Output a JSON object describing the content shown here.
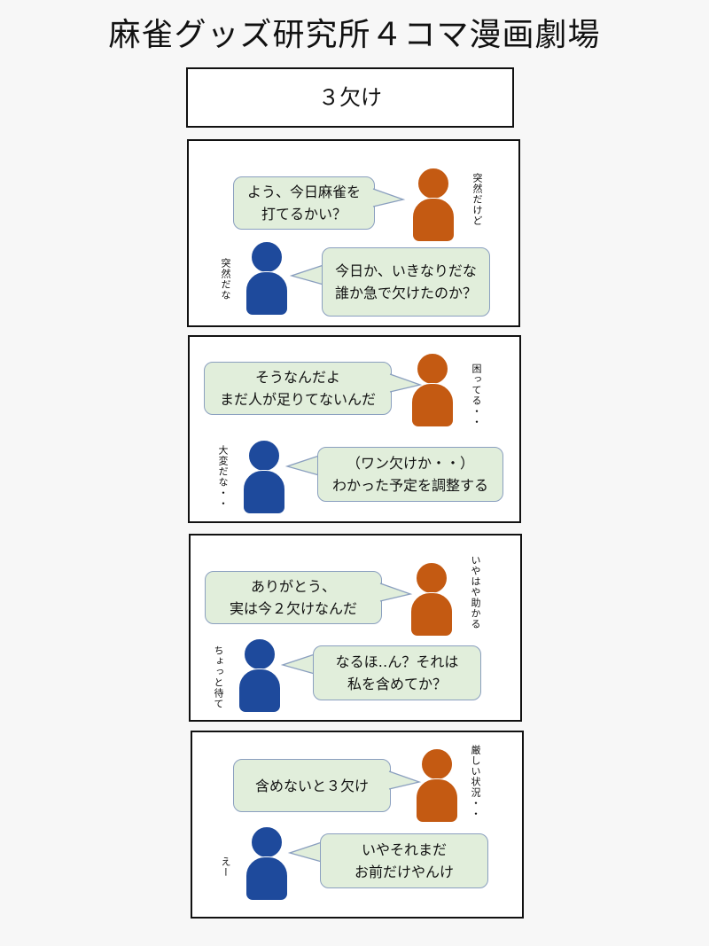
{
  "title": "麻雀グッズ研究所４コマ漫画劇場",
  "episode_title": "３欠け",
  "colors": {
    "speaker_a": "#c45a12",
    "speaker_b": "#1e4a9c",
    "bubble_fill": "#e1eedb",
    "bubble_border": "#8a9fbf"
  },
  "panels": [
    {
      "a_line": "よう、今日麻雀を\n打てるかい？",
      "a_aside": "突然だけど",
      "b_line": "今日か、いきなりだな\n誰か急で欠けたのか？",
      "b_aside": "突然だな"
    },
    {
      "a_line": "そうなんだよ\nまだ人が足りてないんだ",
      "a_aside": "困ってる・・",
      "b_line": "（ワン欠けか・・）\nわかった予定を調整する",
      "b_aside": "大変だな・・"
    },
    {
      "a_line": "ありがとう、\n実は今２欠けなんだ",
      "a_aside": "いやはや助かる",
      "b_line": "なるほ‥ん？それは\n私を含めてか？",
      "b_aside": "ちょっと待て"
    },
    {
      "a_line": "含めないと３欠け",
      "a_aside": "厳しい状況・・",
      "b_line": "いやそれまだ\nお前だけやんけ",
      "b_aside": "えー"
    }
  ]
}
